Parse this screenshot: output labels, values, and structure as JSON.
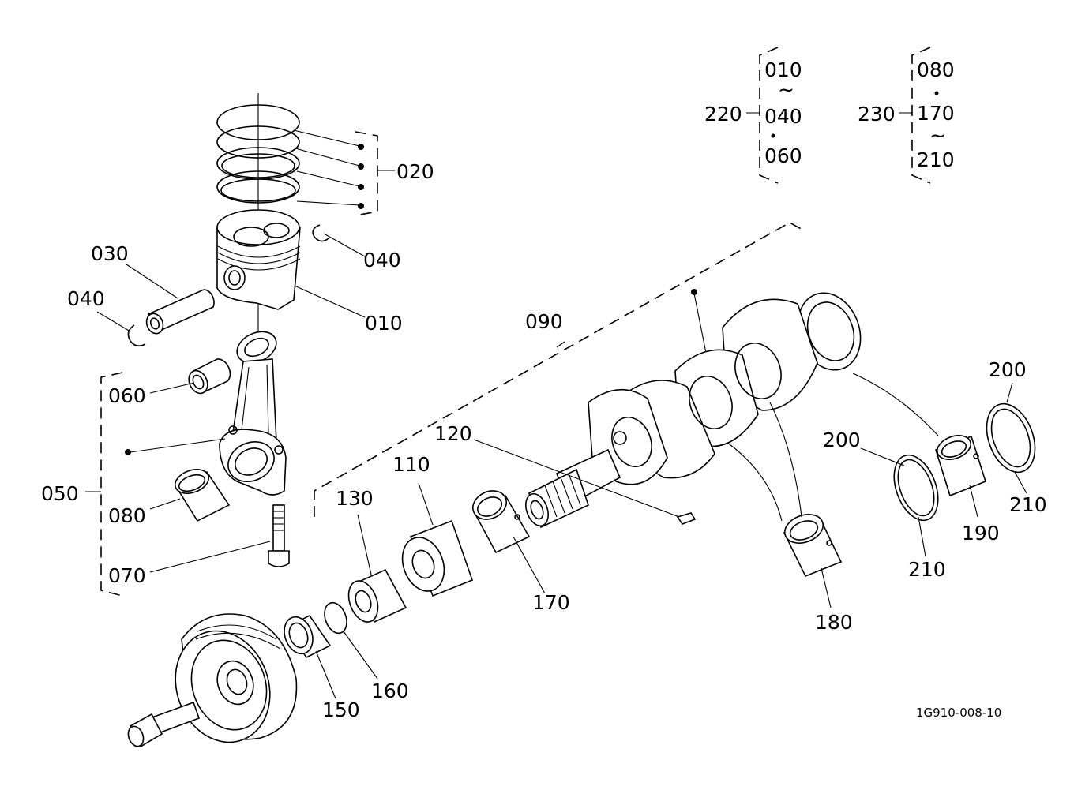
{
  "labels": {
    "p010": "010",
    "p020": "020",
    "p030": "030",
    "p040a": "040",
    "p040b": "040",
    "p050": "050",
    "p060": "060",
    "p070": "070",
    "p080": "080",
    "p090": "090",
    "p110": "110",
    "p120": "120",
    "p130": "130",
    "p150": "150",
    "p160": "160",
    "p170": "170",
    "p180": "180",
    "p190": "190",
    "p200a": "200",
    "p200b": "200",
    "p210a": "210",
    "p210b": "210"
  },
  "kit220": {
    "id": "220",
    "items": [
      "010",
      "040",
      "060"
    ],
    "separators": [
      "~",
      "•"
    ]
  },
  "kit230": {
    "id": "230",
    "items": [
      "080",
      "170",
      "210"
    ],
    "separators": [
      "•",
      "~"
    ]
  },
  "drawing_code": "1G910-008-10"
}
